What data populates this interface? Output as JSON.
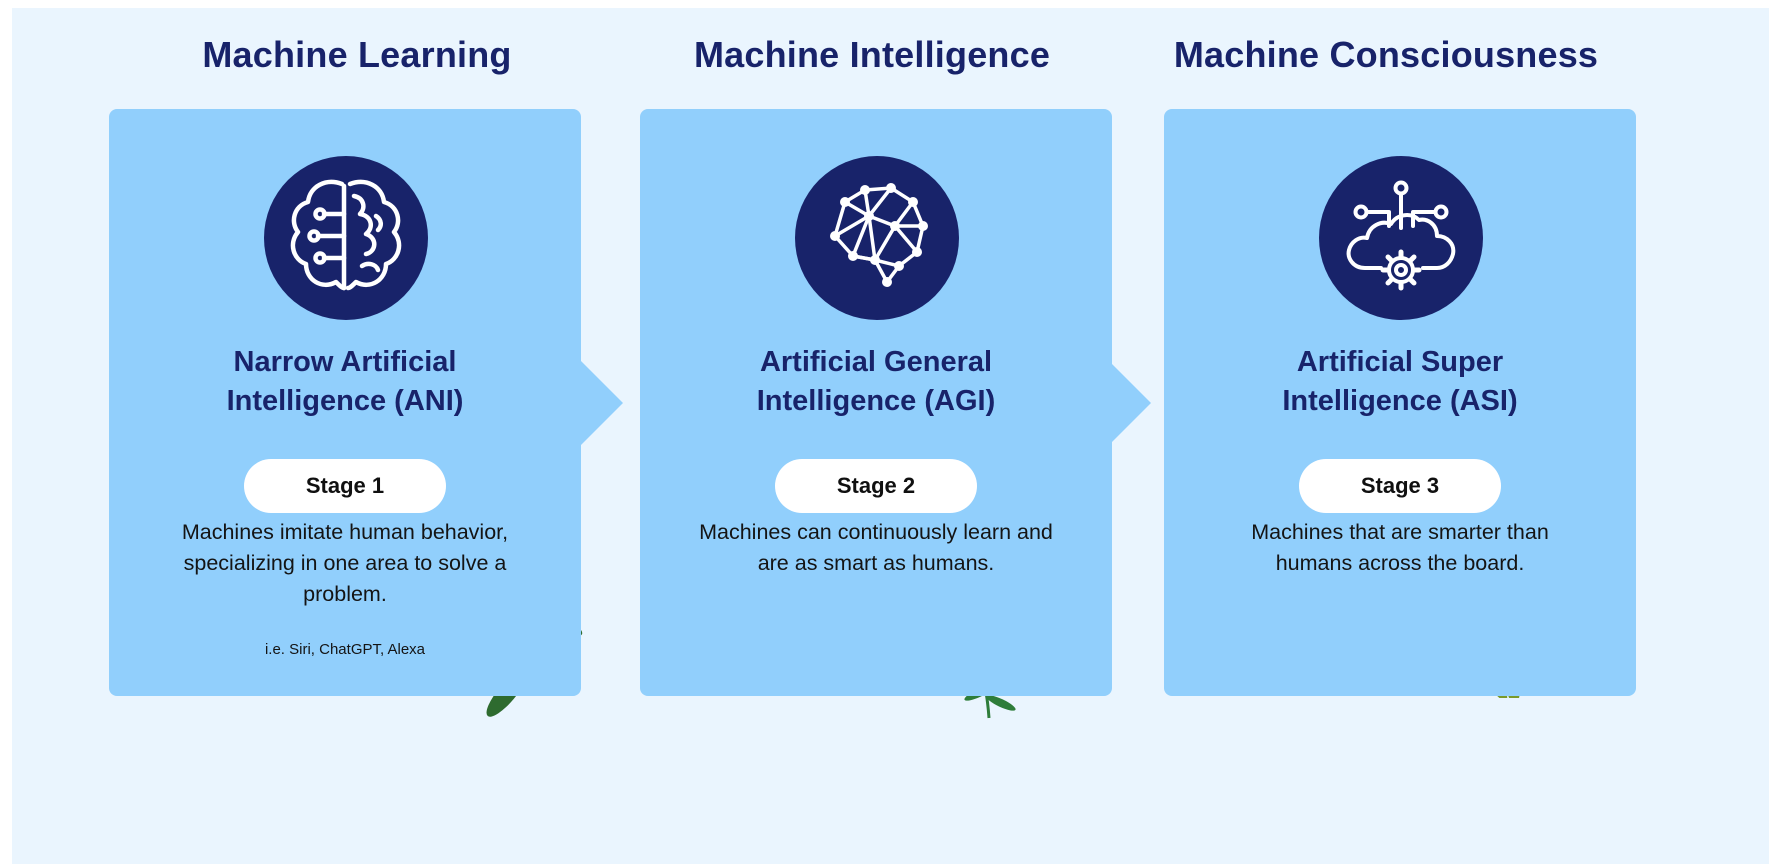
{
  "columns": [
    {
      "heading": "Machine Learning",
      "title_line1": "Narrow Artificial",
      "title_line2": "Intelligence (ANI)",
      "stage": "Stage 1",
      "description": "Machines imitate human behavior, specializing in one area to solve a problem.",
      "example": "i.e. Siri, ChatGPT, Alexa",
      "icon": "brain-circuit-icon"
    },
    {
      "heading": "Machine Intelligence",
      "title_line1": "Artificial General",
      "title_line2": "Intelligence (AGI)",
      "stage": "Stage 2",
      "description": "Machines can continuously learn and are as smart as humans.",
      "icon": "neural-network-brain-icon"
    },
    {
      "heading": "Machine Consciousness",
      "title_line1": "Artificial Super",
      "title_line2": "Intelligence (ASI)",
      "stage": "Stage 3",
      "description": "Machines that are smarter than humans across the board.",
      "icon": "cloud-gear-network-icon"
    }
  ],
  "colors": {
    "background": "#eaf5fe",
    "card": "#91cffc",
    "navy": "#18236a",
    "pill": "#ffffff"
  }
}
